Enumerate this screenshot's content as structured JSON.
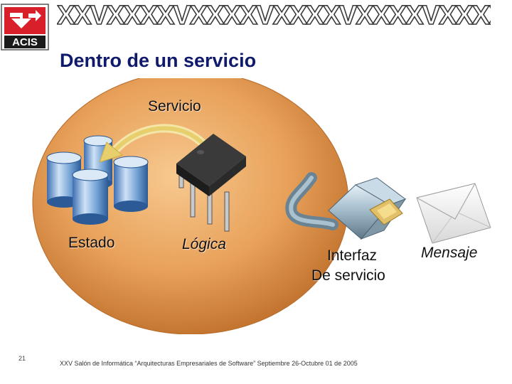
{
  "header": {
    "logo_text": "ACIS",
    "banner_text": "XXVXXXXVXXXXVXXXXVXXXXVXXXXVXXXXVXXXXV"
  },
  "slide": {
    "title": "Dentro de un servicio"
  },
  "diagram": {
    "container_label": "Servicio",
    "estado_label": "Estado",
    "logica_label": "Lógica",
    "interfaz_line1": "Interfaz",
    "interfaz_line2": "De servicio",
    "mensaje_label": "Mensaje"
  },
  "footer": {
    "page_number": "21",
    "text": "XXV  Salón de Informática “Arquitecturas Empresariales de Software” Septiembre 26-Octubre 01 de 2005"
  },
  "colors": {
    "orange": "#e8a15a",
    "orange_dark": "#c47631",
    "title_blue": "#0f1a6b",
    "logo_red": "#d81f2a"
  }
}
